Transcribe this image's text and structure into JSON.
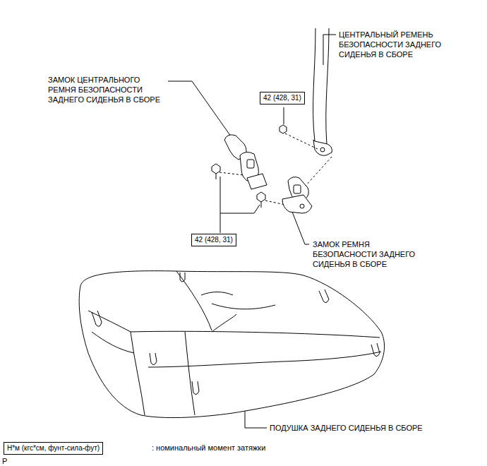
{
  "diagram": {
    "nodes": [
      {
        "text": [
          "42 (428, 31)"
        ]
      },
      {
        "text": [
          "42 (428, 31)"
        ]
      },
      {
        "text": [
          "Н*м (кгс*см, фунт-сила-фут)"
        ]
      }
    ],
    "edges": [],
    "labels": [
      "ЦЕНТРАЛЬНЫЙ РЕМЕНЬ БЕЗОПАСНОСТИ ЗАДНЕГО СИДЕНЬЯ В СБОРЕ",
      "ЗАМОК ЦЕНТРАЛЬНОГО РЕМНЯ БЕЗОПАСНОСТИ ЗАДНЕГО СИДЕНЬЯ В СБОРЕ",
      "ЗАМОК РЕМНЯ БЕЗОПАСНОСТИ ЗАДНЕГО СИДЕНЬЯ В СБОРЕ",
      "ПОДУШКА ЗАДНЕГО СИДЕНЬЯ В СБОРЕ",
      ": номинальный момент затяжки",
      "P"
    ]
  }
}
